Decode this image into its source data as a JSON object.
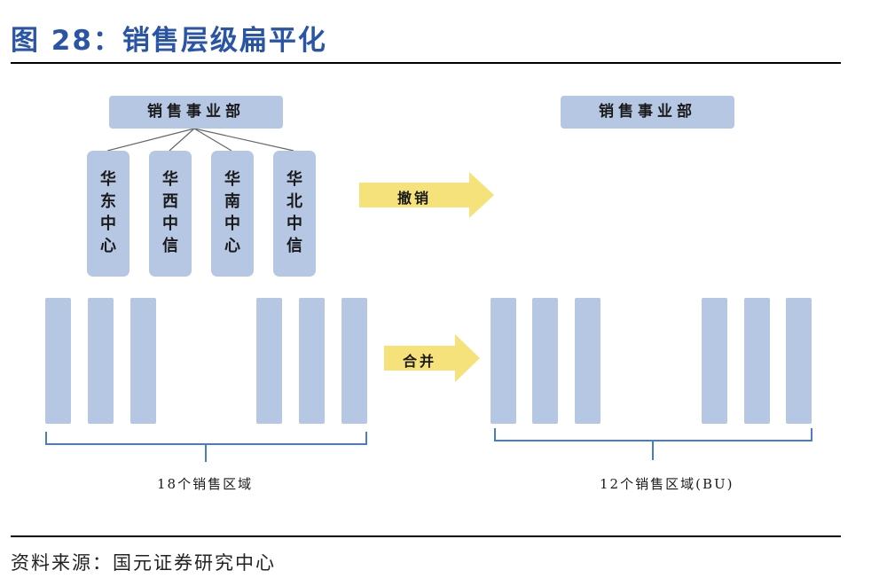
{
  "figure": {
    "title": "图 28：销售层级扁平化",
    "source": "资料来源：国元证券研究中心"
  },
  "left": {
    "department": "销售事业部",
    "centers": [
      {
        "chars": [
          "华",
          "东",
          "中",
          "心"
        ]
      },
      {
        "chars": [
          "华",
          "西",
          "中",
          "信"
        ]
      },
      {
        "chars": [
          "华",
          "南",
          "中",
          "心"
        ]
      },
      {
        "chars": [
          "华",
          "北",
          "中",
          "信"
        ]
      }
    ],
    "caption": "18个销售区域"
  },
  "right": {
    "department": "销售事业部",
    "caption": "12个销售区域(BU)"
  },
  "arrows": {
    "top_label": "撤销",
    "bottom_label": "合并"
  },
  "colors": {
    "box": "#b5c7e3",
    "arrow": "#f5e27a",
    "title": "#2a55a6",
    "bracket": "#4a7cc0"
  }
}
